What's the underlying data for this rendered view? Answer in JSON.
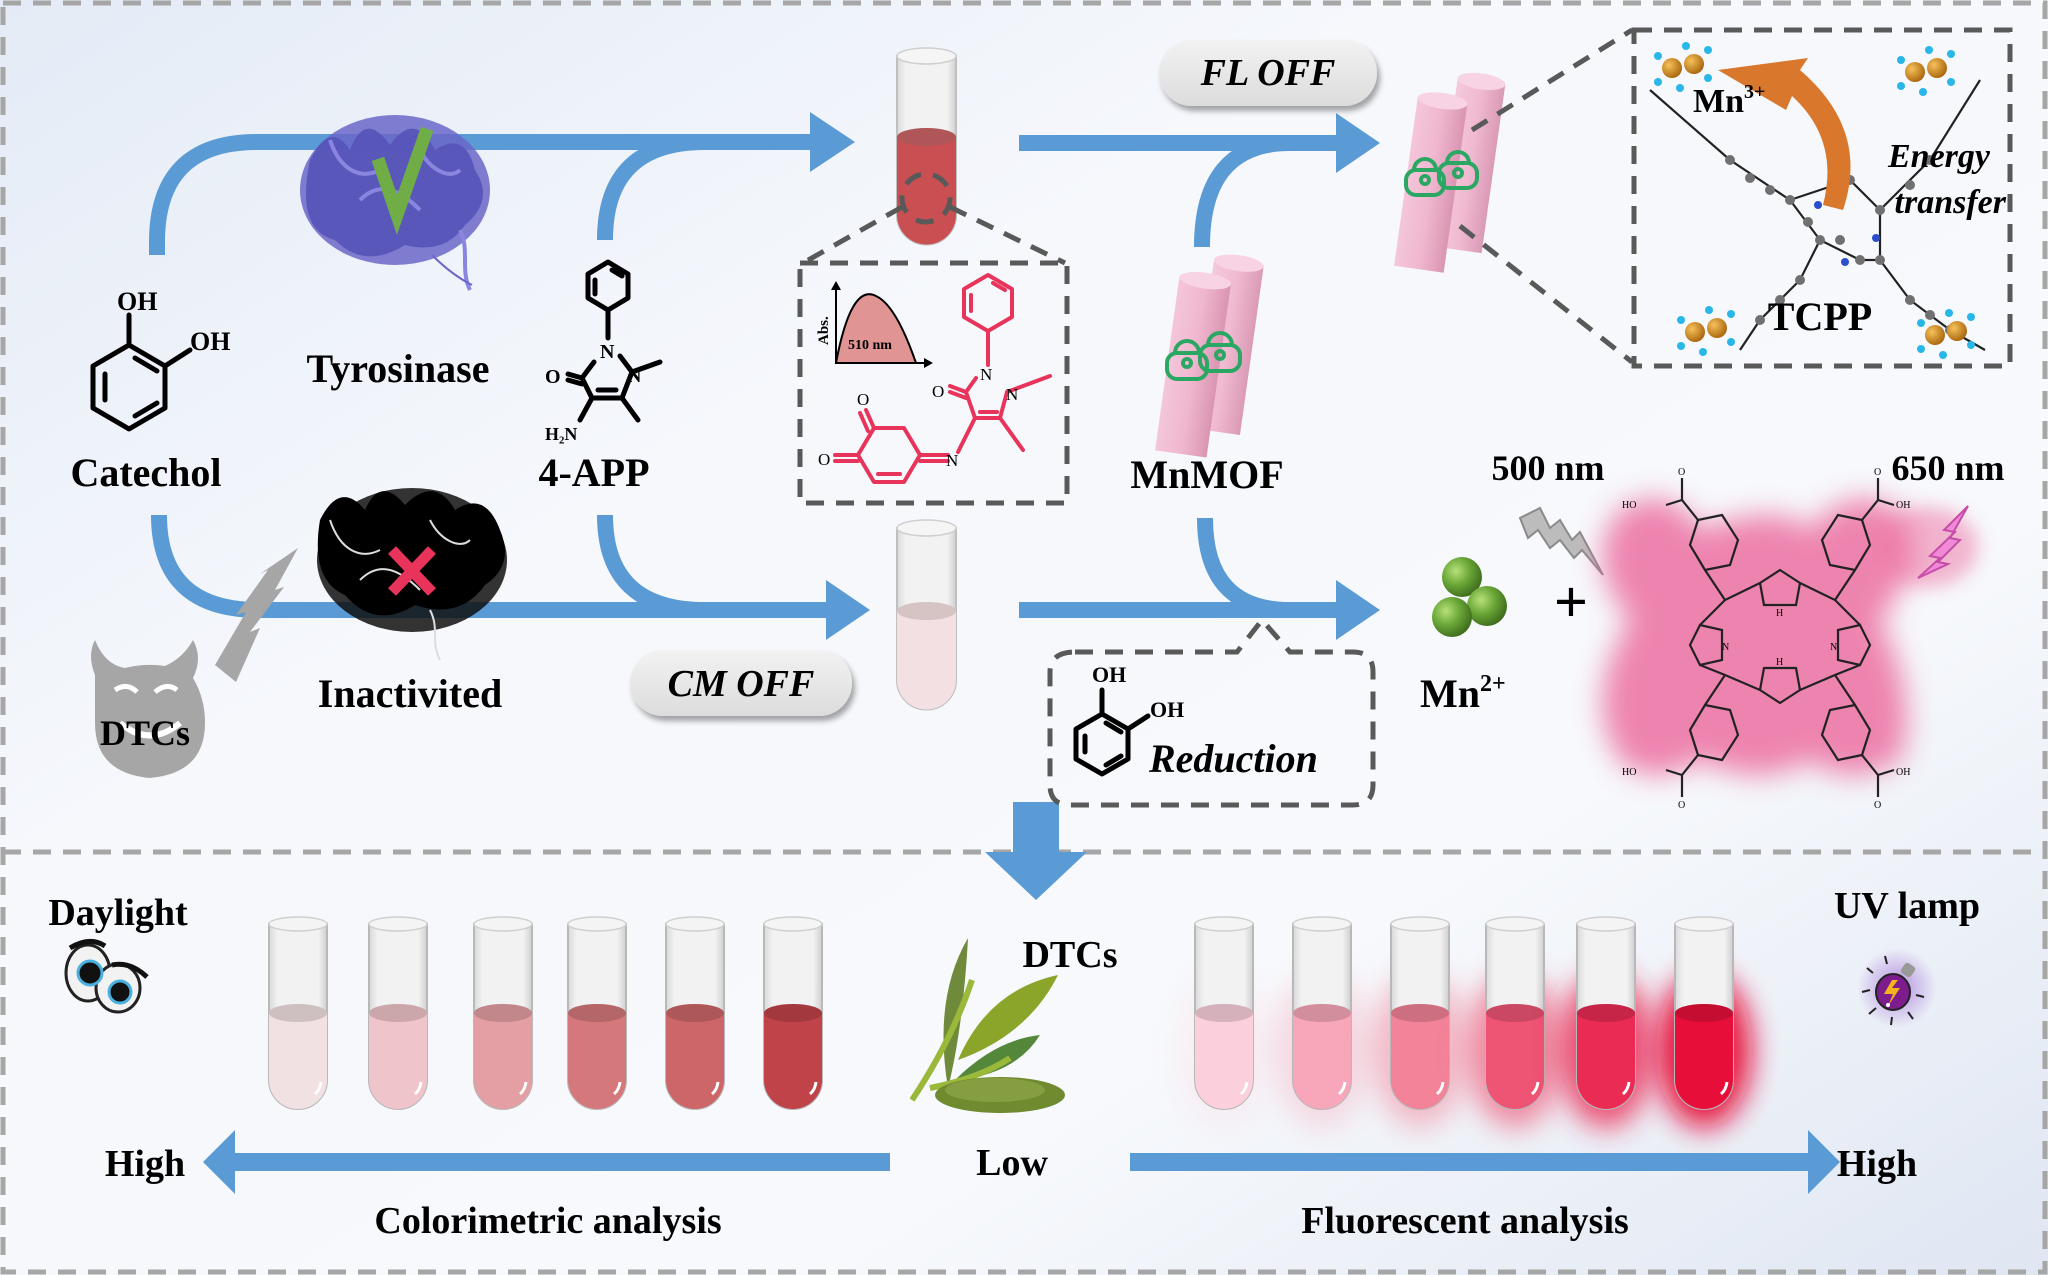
{
  "figure": {
    "top_panel": {
      "substrate": {
        "label": "Catechol",
        "oh1": "OH",
        "oh2": "OH"
      },
      "enzyme_active": {
        "label": "Tyrosinase",
        "mark": "check",
        "mark_color": "#70ad47"
      },
      "enzyme_inactive": {
        "label": "Inactivited",
        "mark": "cross",
        "mark_color": "#e8345a"
      },
      "inhibitor": {
        "label": "DTCs"
      },
      "reagent": {
        "label": "4-APP",
        "o": "O",
        "n1": "N",
        "n2": "N",
        "nh2": "H₂N"
      },
      "product_inset": {
        "y_axis_label": "Abs.",
        "peak_label": "510 nm",
        "o1": "O",
        "o2": "O",
        "o3": "O",
        "n1": "N",
        "n2": "N",
        "n3": "N"
      },
      "tube_top": {
        "liquid_color": "#c94f52"
      },
      "tube_bottom": {
        "liquid_color": "#f2e0e2"
      },
      "pill_fl": "FL OFF",
      "pill_cm": "CM OFF",
      "mof": {
        "label": "MnMOF"
      },
      "inset_tcpp": {
        "metal_label": "Mn",
        "metal_charge": "3+",
        "linker_label": "TCPP",
        "energy_line1": "Energy",
        "energy_line2": "transfer",
        "energy_color": "#e00000"
      },
      "reduction": {
        "label": "Reduction",
        "oh1": "OH",
        "oh2": "OH"
      },
      "ion": {
        "label": "Mn",
        "charge": "2+"
      },
      "plus": "+",
      "excitation": "500 nm",
      "emission": "650 nm",
      "porphyrin": {
        "cooh": "HO",
        "cooh_r": "OH",
        "o": "O",
        "nh": "H",
        "n": "N"
      }
    },
    "bottom_panel": {
      "left_condition": "Daylight",
      "right_condition": "UV lamp",
      "center_sample": "DTCs",
      "center_level": "Low",
      "left_level": "High",
      "right_level": "High",
      "left_method": "Colorimetric analysis",
      "right_method": "Fluorescent analysis",
      "colorimetric_tubes": [
        "#f2e1e3",
        "#efc4ca",
        "#e39fa3",
        "#d5787b",
        "#cd6668",
        "#c0434a"
      ],
      "fluorescent_tubes": [
        "#fbd0dc",
        "#f7a7b9",
        "#f28398",
        "#ee5574",
        "#ea2c55",
        "#e70f3a"
      ]
    },
    "colors": {
      "flow_arrow": "#5b9bd5",
      "glow": "#ec6fa2"
    }
  }
}
